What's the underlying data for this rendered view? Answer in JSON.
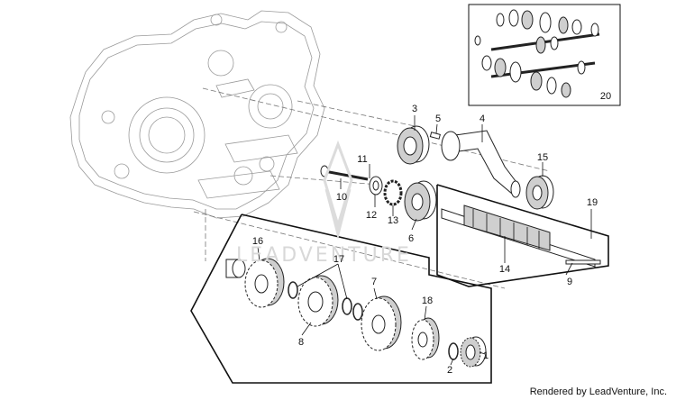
{
  "diagram": {
    "callouts": [
      {
        "id": "1",
        "label": "1"
      },
      {
        "id": "2",
        "label": "2"
      },
      {
        "id": "3",
        "label": "3"
      },
      {
        "id": "4",
        "label": "4"
      },
      {
        "id": "5",
        "label": "5"
      },
      {
        "id": "6",
        "label": "6"
      },
      {
        "id": "7",
        "label": "7"
      },
      {
        "id": "8",
        "label": "8"
      },
      {
        "id": "9",
        "label": "9"
      },
      {
        "id": "10",
        "label": "10"
      },
      {
        "id": "11",
        "label": "11"
      },
      {
        "id": "12",
        "label": "12"
      },
      {
        "id": "13",
        "label": "13"
      },
      {
        "id": "14",
        "label": "14"
      },
      {
        "id": "15",
        "label": "15"
      },
      {
        "id": "16",
        "label": "16"
      },
      {
        "id": "17",
        "label": "17"
      },
      {
        "id": "18",
        "label": "18"
      },
      {
        "id": "19",
        "label": "19"
      },
      {
        "id": "20",
        "label": "20"
      }
    ],
    "watermark": "LEADVENTURE",
    "credit": "Rendered by LeadVenture, Inc.",
    "colors": {
      "line": "#222222",
      "housing": "#9a9a9a",
      "watermark": "#d8d8d8"
    }
  }
}
